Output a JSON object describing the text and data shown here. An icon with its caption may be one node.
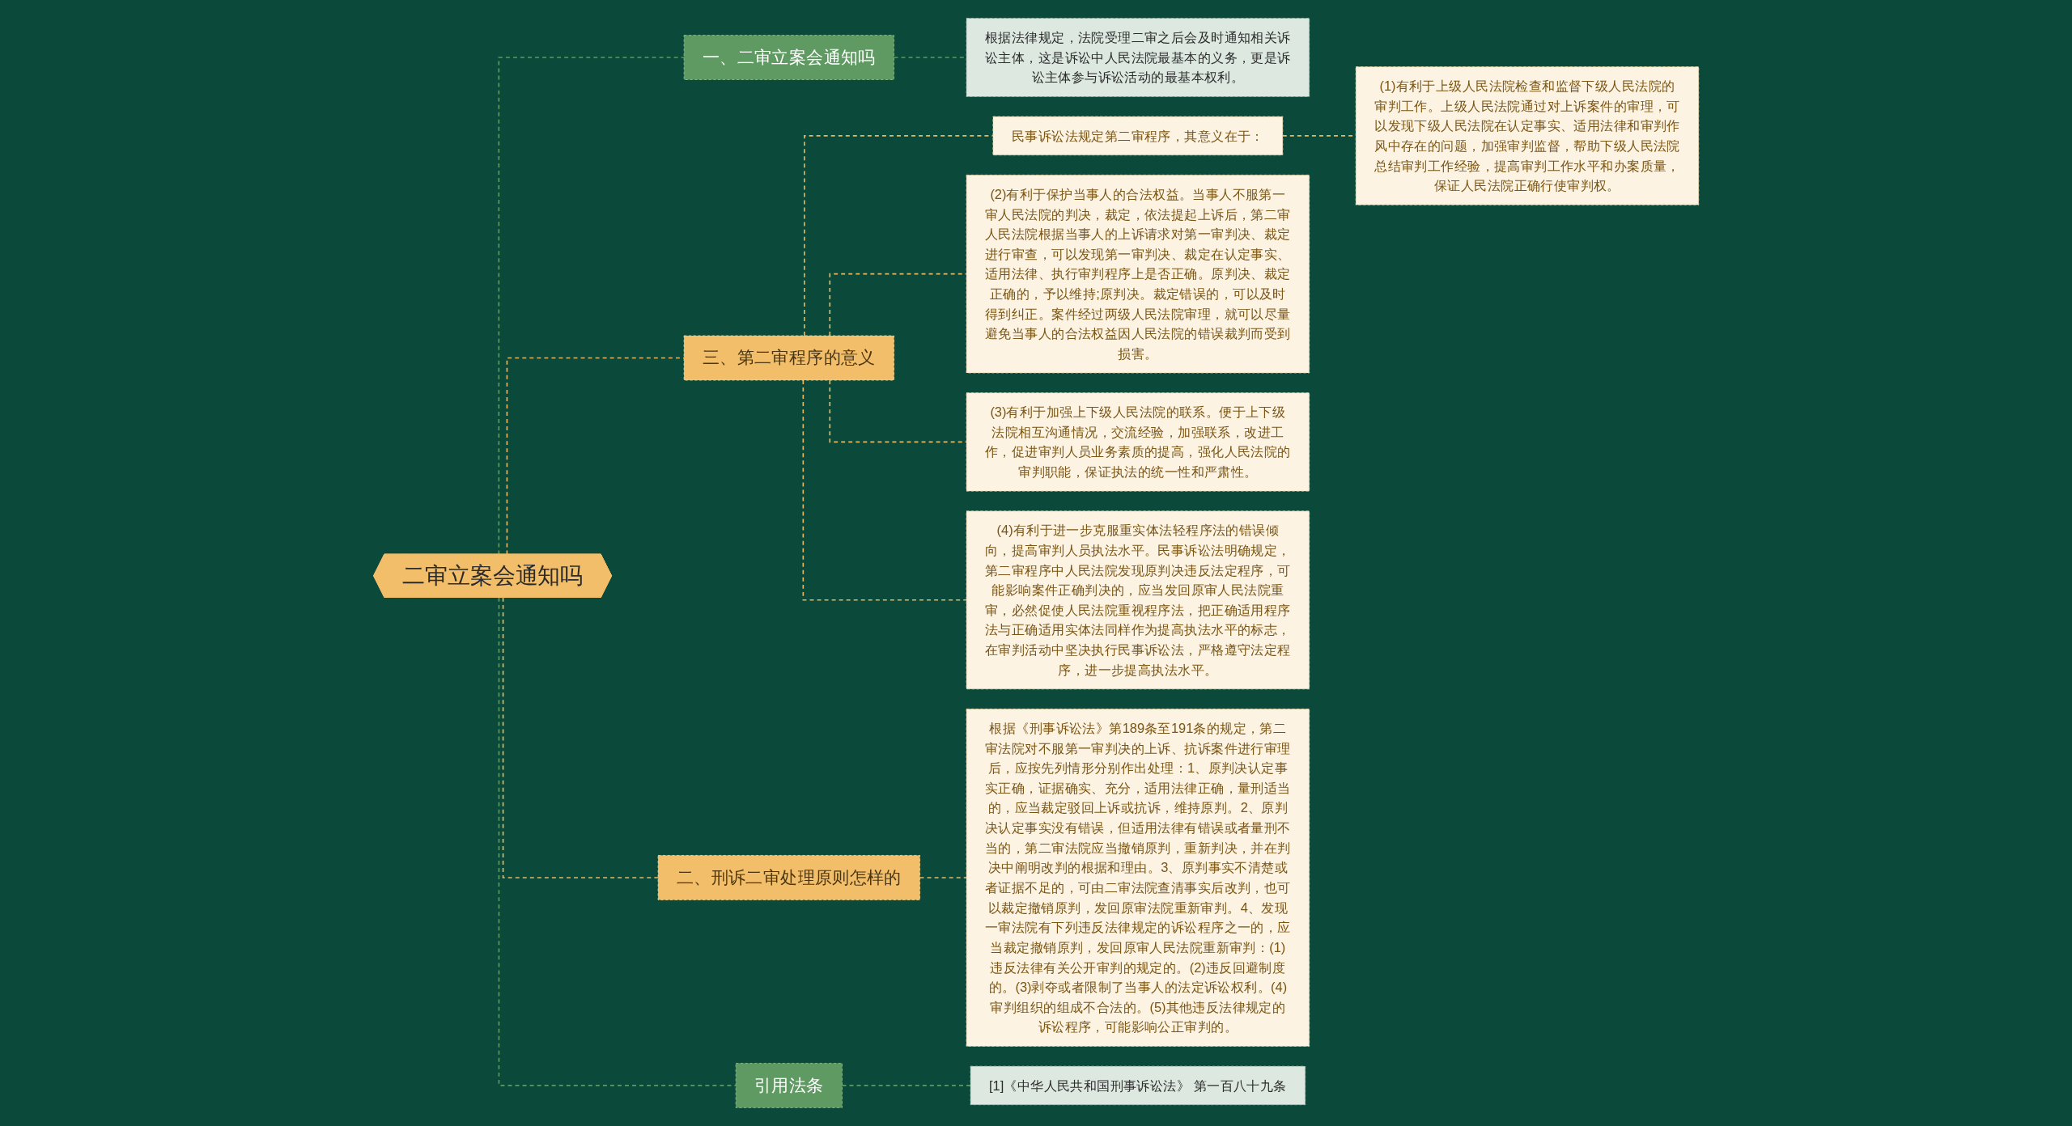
{
  "diagram": {
    "nodes": [
      {
        "text": [
          "二审立案会通知吗"
        ]
      },
      {
        "text": [
          "一、二审立案会通知吗"
        ]
      },
      {
        "text": [
          "根据法律规定，法院受理二审之后会及时通知相关诉讼主体，这是诉讼中人民法院最基本的义务，更是诉讼主体参与诉讼活动的最基本权利。"
        ]
      },
      {
        "text": [
          "三、第二审程序的意义"
        ]
      },
      {
        "text": [
          "民事诉讼法规定第二审程序，其意义在于："
        ]
      },
      {
        "text": [
          "(1)有利于上级人民法院检查和监督下级人民法院的审判工作。上级人民法院通过对上诉案件的审理，可以发现下级人民法院在认定事实、适用法律和审判作风中存在的问题，加强审判监督，帮助下级人民法院总结审判工作经验，提高审判工作水平和办案质量，保证人民法院正确行使审判权。"
        ]
      },
      {
        "text": [
          "(2)有利于保护当事人的合法权益。当事人不服第一审人民法院的判决，裁定，依法提起上诉后，第二审人民法院根据当事人的上诉请求对第一审判决、裁定进行审查，可以发现第一审判决、裁定在认定事实、适用法律、执行审判程序上是否正确。原判决、裁定正确的，予以维持;原判决。裁定错误的，可以及时得到纠正。案件经过两级人民法院审理，就可以尽量避免当事人的合法权益因人民法院的错误裁判而受到损害。"
        ]
      },
      {
        "text": [
          "(3)有利于加强上下级人民法院的联系。便于上下级法院相互沟通情况，交流经验，加强联系，改进工作，促进审判人员业务素质的提高，强化人民法院的审判职能，保证执法的统一性和严肃性。"
        ]
      },
      {
        "text": [
          "(4)有利于进一步克服重实体法轻程序法的错误倾向，提高审判人员执法水平。民事诉讼法明确规定，第二审程序中人民法院发现原判决违反法定程序，可能影响案件正确判决的，应当发回原审人民法院重审，必然促使人民法院重视程序法，把正确适用程序法与正确适用实体法同样作为提高执法水平的标志，在审判活动中坚决执行民事诉讼法，严格遵守法定程序，进一步提高执法水平。"
        ]
      },
      {
        "text": [
          "二、刑诉二审处理原则怎样的"
        ]
      },
      {
        "text": [
          "根据《刑事诉讼法》第189条至191条的规定，第二审法院对不服第一审判决的上诉、抗诉案件进行审理后，应按先列情形分别作出处理：1、原判决认定事实正确，证据确实、充分，适用法律正确，量刑适当的，应当裁定驳回上诉或抗诉，维持原判。2、原判决认定事实没有错误，但适用法律有错误或者量刑不当的，第二审法院应当撤销原判，重新判决，并在判决中阐明改判的根据和理由。3、原判事实不清楚或者证据不足的，可由二审法院查清事实后改判，也可以裁定撤销原判，发回原审法院重新审判。4、发现一审法院有下列违反法律规定的诉讼程序之一的，应当裁定撤销原判，发回原审人民法院重新审判：(1)违反法律有关公开审判的规定的。(2)违反回避制度的。(3)剥夺或者限制了当事人的法定诉讼权利。(4)审判组织的组成不合法的。(5)其他违反法律规定的诉讼程序，可能影响公正审判的。"
        ]
      },
      {
        "text": [
          "引用法条"
        ]
      },
      {
        "text": [
          "[1]《中华人民共和国刑事诉讼法》 第一百八十九条"
        ]
      }
    ],
    "edges": [
      {
        "from": 0,
        "to": 1,
        "arrow": "none",
        "style": "dashed",
        "color": "#5f9a62"
      },
      {
        "from": 1,
        "to": 2,
        "arrow": "none",
        "style": "dashed",
        "color": "#5f9a62"
      },
      {
        "from": 0,
        "to": 3,
        "arrow": "none",
        "style": "dashed"
      },
      {
        "from": 3,
        "to": 4,
        "arrow": "none",
        "style": "dashed"
      },
      {
        "from": 4,
        "to": 5,
        "arrow": "none",
        "style": "dashed"
      },
      {
        "from": 3,
        "to": 6,
        "arrow": "none",
        "style": "dashed"
      },
      {
        "from": 3,
        "to": 7,
        "arrow": "none",
        "style": "dashed"
      },
      {
        "from": 3,
        "to": 8,
        "arrow": "none",
        "style": "dashed"
      },
      {
        "from": 0,
        "to": 9,
        "arrow": "none",
        "style": "dashed"
      },
      {
        "from": 9,
        "to": 10,
        "arrow": "none",
        "style": "dashed"
      },
      {
        "from": 0,
        "to": 11,
        "arrow": "none",
        "style": "dashed",
        "color": "#5f9a62"
      },
      {
        "from": 11,
        "to": 12,
        "arrow": "none",
        "style": "dashed",
        "color": "#5f9a62"
      }
    ]
  }
}
